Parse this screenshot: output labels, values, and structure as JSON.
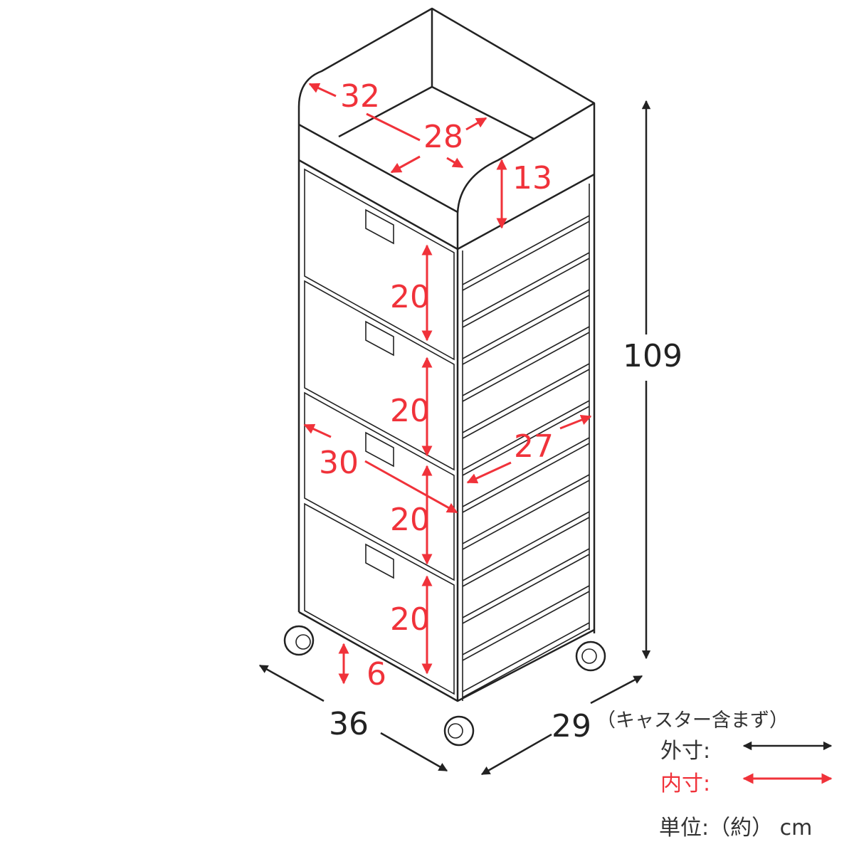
{
  "diagram": {
    "colors": {
      "outer": "#333333",
      "inner": "#f0323a"
    },
    "outer_dimensions": {
      "height": "109",
      "width": "36",
      "depth": "29"
    },
    "inner_dimensions": {
      "top_width": "32",
      "top_depth": "28",
      "top_height": "13",
      "drawer_height_1": "20",
      "drawer_height_2": "20",
      "drawer_height_3": "20",
      "drawer_height_4": "20",
      "drawer_width": "30",
      "drawer_depth": "27",
      "caster_gap": "6"
    }
  },
  "legend": {
    "caster_note": "（キャスター含まず）",
    "outer_label": "外寸:",
    "inner_label": "内寸:",
    "unit": "単位:（約） cm"
  }
}
